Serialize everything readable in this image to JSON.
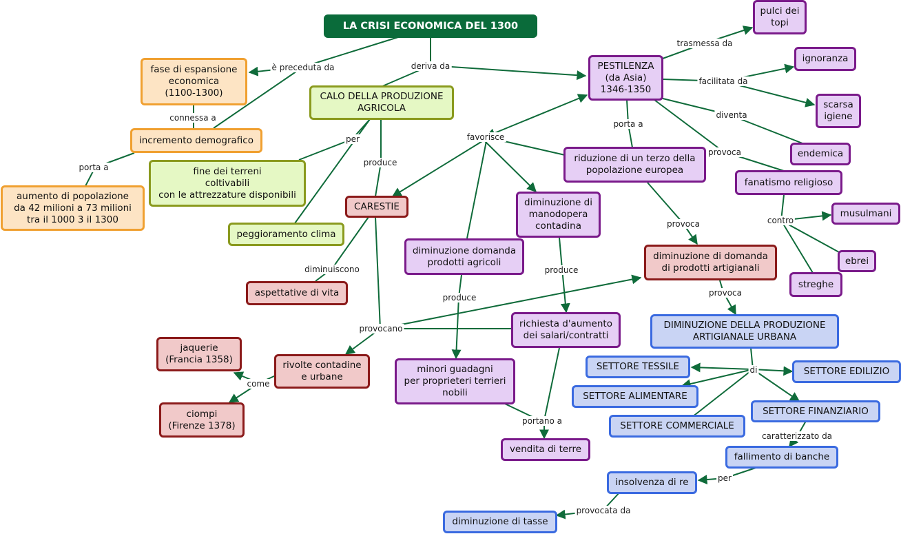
{
  "title": "LA CRISI ECONOMICA DEL 1300",
  "nodes": {
    "fase": "fase di espansione\neconomica\n(1100-1300)",
    "incremento": "incremento demografico",
    "aumento": "aumento di popolazione\nda 42 milioni a 73 milioni\ntra il 1000 3 il 1300",
    "calo": "CALO DELLA PRODUZIONE\nAGRICOLA",
    "fine_terreni": "fine dei terreni\ncoltivabili\ncon le attrezzature disponibili",
    "peggioramento": "peggioramento clima",
    "carestie": "CARESTIE",
    "aspettative": "aspettative di vita",
    "rivolte": "rivolte contadine\ne urbane",
    "jaquerie": "jaquerie\n(Francia 1358)",
    "ciompi": "ciompi\n(Firenze 1378)",
    "pestilenza": "PESTILENZA\n(da Asia)\n1346-1350",
    "pulci": "pulci dei\ntopi",
    "ignoranza": "ignoranza",
    "scarsa_igiene": "scarsa\nigiene",
    "endemica": "endemica",
    "fanatismo": "fanatismo religioso",
    "musulmani": "musulmani",
    "ebrei": "ebrei",
    "streghe": "streghe",
    "riduzione": "riduzione di un terzo della\npopolazione europea",
    "dim_manodopera": "diminuzione di\nmanodopera\ncontadina",
    "dim_domanda_agr": "diminuzione domanda\nprodotti agricoli",
    "dim_domanda_art": "diminuzione di domanda\ndi prodotti artigianali",
    "richiesta": "richiesta d'aumento\ndei salari/contratti",
    "minori": "minori guadagni\nper proprieteri terrieri\nnobili",
    "vendita": "vendita di terre",
    "dim_prod_art": "DIMINUZIONE DELLA PRODUZIONE\nARTIGIANALE URBANA",
    "tessile": "SETTORE TESSILE",
    "edilizio": "SETTORE EDILIZIO",
    "alimentare": "SETTORE ALIMENTARE",
    "commerciale": "SETTORE COMMERCIALE",
    "finanziario": "SETTORE FINANZIARIO",
    "fallimento": "fallimento di banche",
    "insolvenza": "insolvenza di re",
    "dim_tasse": "diminuzione di tasse"
  },
  "labels": {
    "preceduta": "è preceduta da",
    "deriva": "deriva da",
    "connessa": "connessa a",
    "porta_a1": "porta a",
    "per1": "per",
    "produce1": "produce",
    "diminuiscono": "diminuiscono",
    "provocano": "provocano",
    "come": "come",
    "trasmessa": "trasmessa da",
    "facilitata": "facilitata da",
    "diventa": "diventa",
    "porta_a2": "porta a",
    "provoca1": "provoca",
    "favorisce": "favorisce",
    "contro": "contro",
    "provoca2": "provoca",
    "produce2": "produce",
    "produce3": "produce",
    "provoca3": "provoca",
    "portano": "portano a",
    "di": "di",
    "caratterizzato": "caratterizzato da",
    "per2": "per",
    "provocata": "provocata da"
  }
}
